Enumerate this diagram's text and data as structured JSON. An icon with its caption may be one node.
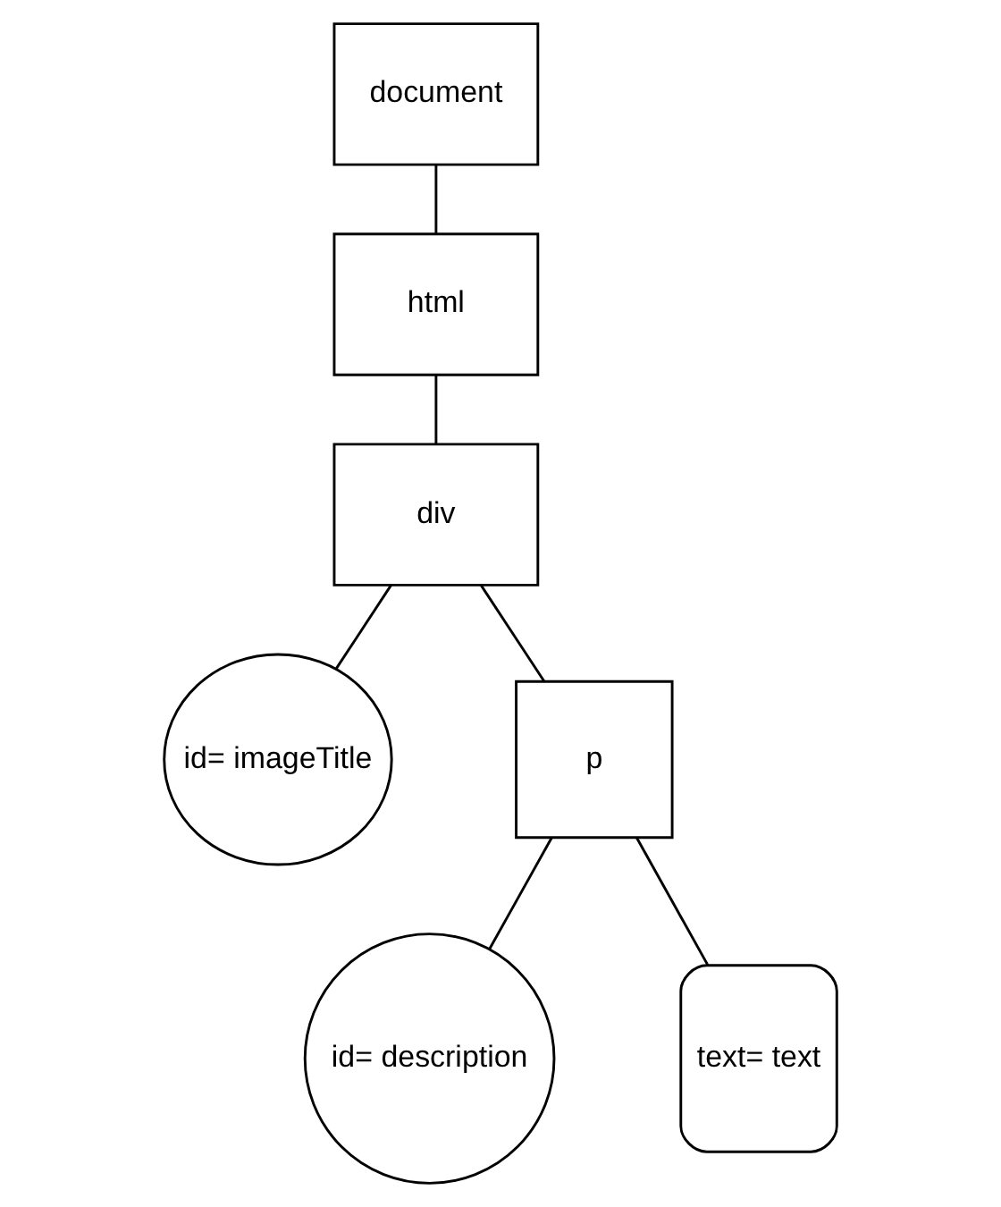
{
  "diagram": {
    "nodes": [
      {
        "text": [
          "document"
        ]
      },
      {
        "text": [
          "html"
        ]
      },
      {
        "text": [
          "div"
        ]
      },
      {
        "text": [
          "id= imageTitle"
        ]
      },
      {
        "text": [
          "p"
        ]
      },
      {
        "text": [
          "id= description"
        ]
      },
      {
        "text": [
          "text= text"
        ]
      }
    ],
    "edges": [
      {
        "from": 0,
        "to": 1,
        "arrow": "none"
      },
      {
        "from": 1,
        "to": 2,
        "arrow": "none"
      },
      {
        "from": 2,
        "to": 3,
        "arrow": "none"
      },
      {
        "from": 2,
        "to": 4,
        "arrow": "none"
      },
      {
        "from": 4,
        "to": 5,
        "arrow": "none"
      },
      {
        "from": 4,
        "to": 6,
        "arrow": "none"
      }
    ]
  }
}
